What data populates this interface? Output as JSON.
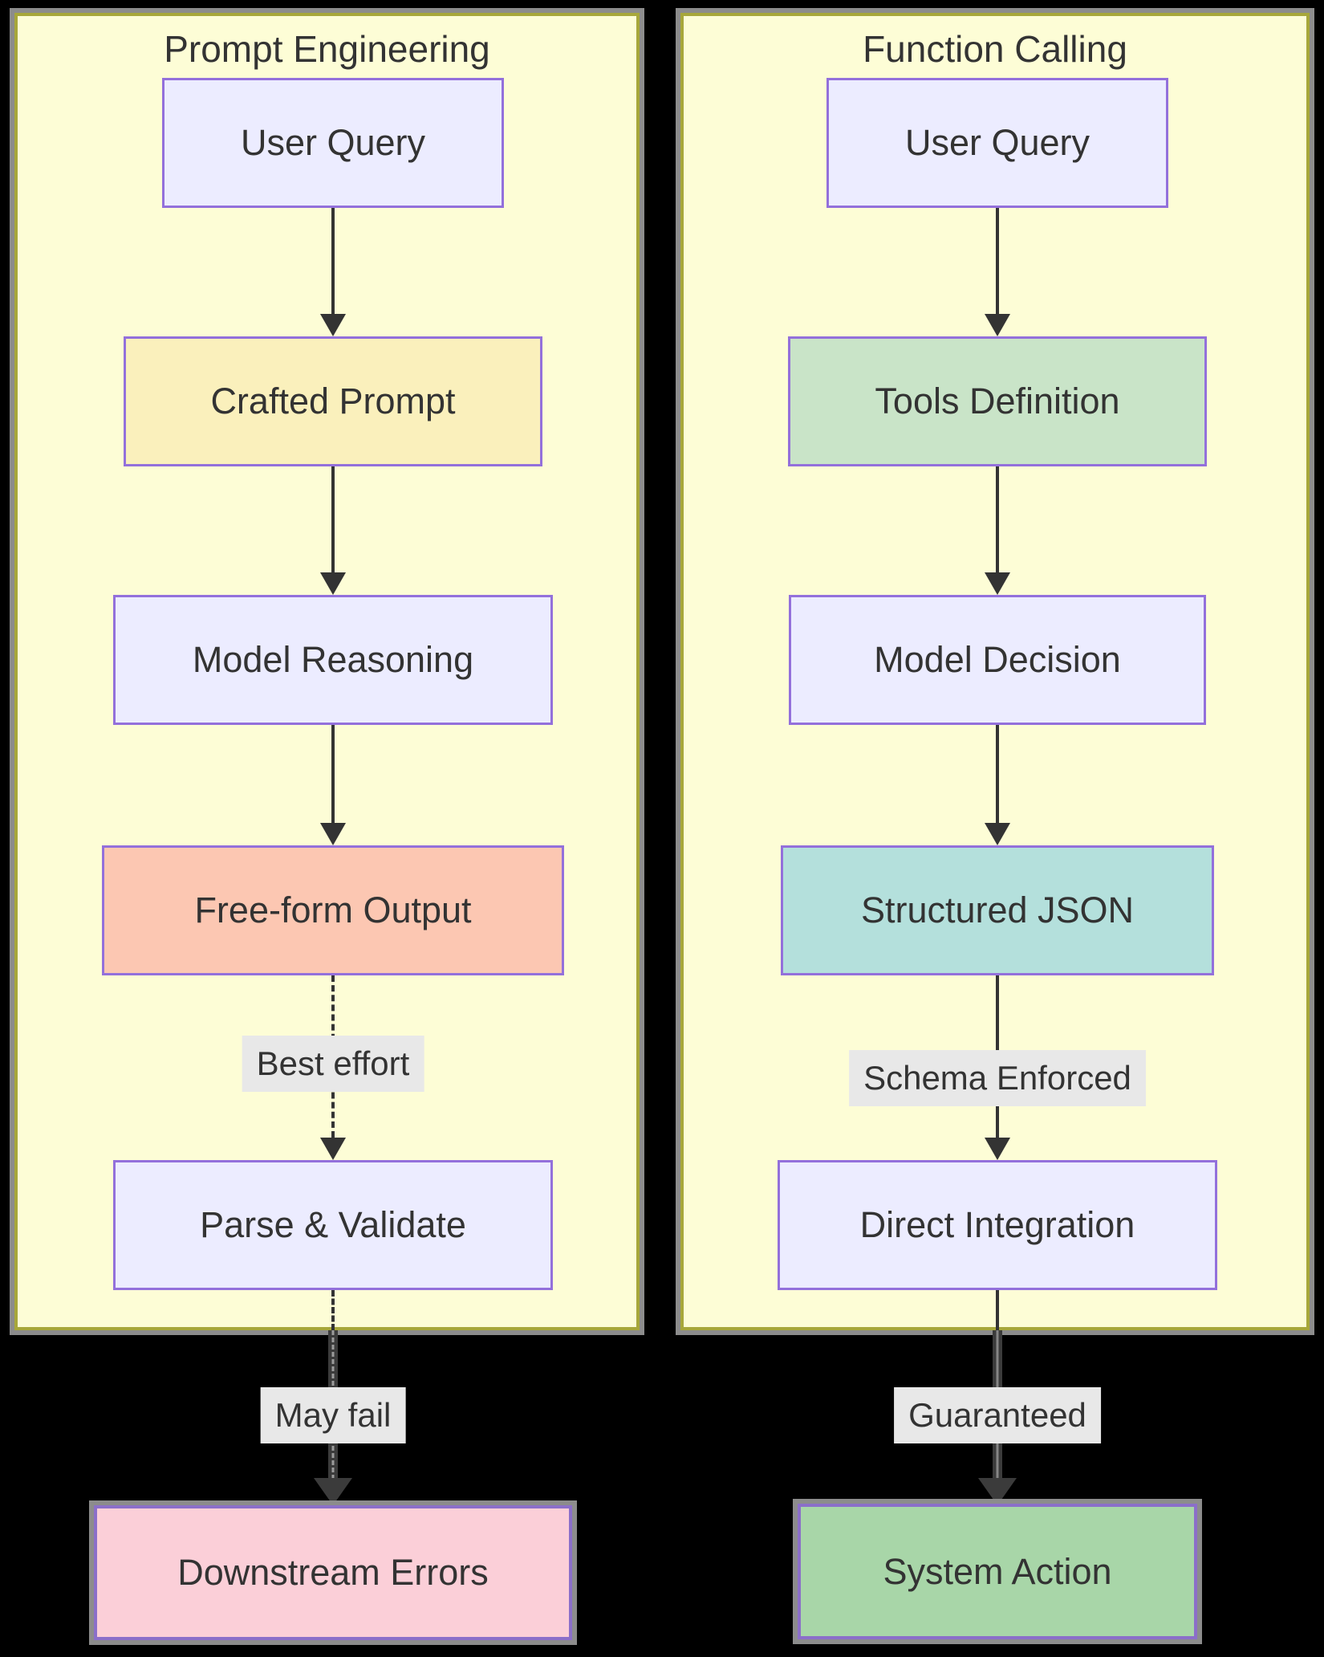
{
  "diagram": {
    "type": "flowchart-comparison",
    "background": "#000000"
  },
  "left_panel": {
    "title": "Prompt Engineering",
    "nodes": {
      "user_query": "User Query",
      "crafted_prompt": "Crafted Prompt",
      "model_reasoning": "Model Reasoning",
      "freeform_output": "Free-form Output",
      "parse_validate": "Parse & Validate"
    },
    "edge_labels": {
      "best_effort": "Best effort",
      "may_fail": "May fail"
    },
    "result_node": "Downstream Errors"
  },
  "right_panel": {
    "title": "Function Calling",
    "nodes": {
      "user_query": "User Query",
      "tools_definition": "Tools Definition",
      "model_decision": "Model Decision",
      "structured_json": "Structured JSON",
      "direct_integration": "Direct Integration"
    },
    "edge_labels": {
      "schema_enforced": "Schema Enforced",
      "guaranteed": "Guaranteed"
    },
    "result_node": "System Action"
  },
  "colors": {
    "panel_fill": "#fdfdd6",
    "panel_border": "#a7a73a",
    "panel_outline": "#8c8c8c",
    "node_border": "#9370DB",
    "lavender_node": "#ECECFF",
    "yellow_node": "#FAF0BC",
    "salmon_node": "#FCC7B2",
    "teal_node": "#B4E0DC",
    "light_green_node": "#C9E4C8",
    "medium_green_node": "#A8D6A8",
    "pink_node": "#FBCFD8",
    "edge_stroke": "#333333",
    "thick_edge_stroke": "#3b3b3b",
    "edge_label_bg": "#e8e8e8",
    "text": "#333333"
  }
}
